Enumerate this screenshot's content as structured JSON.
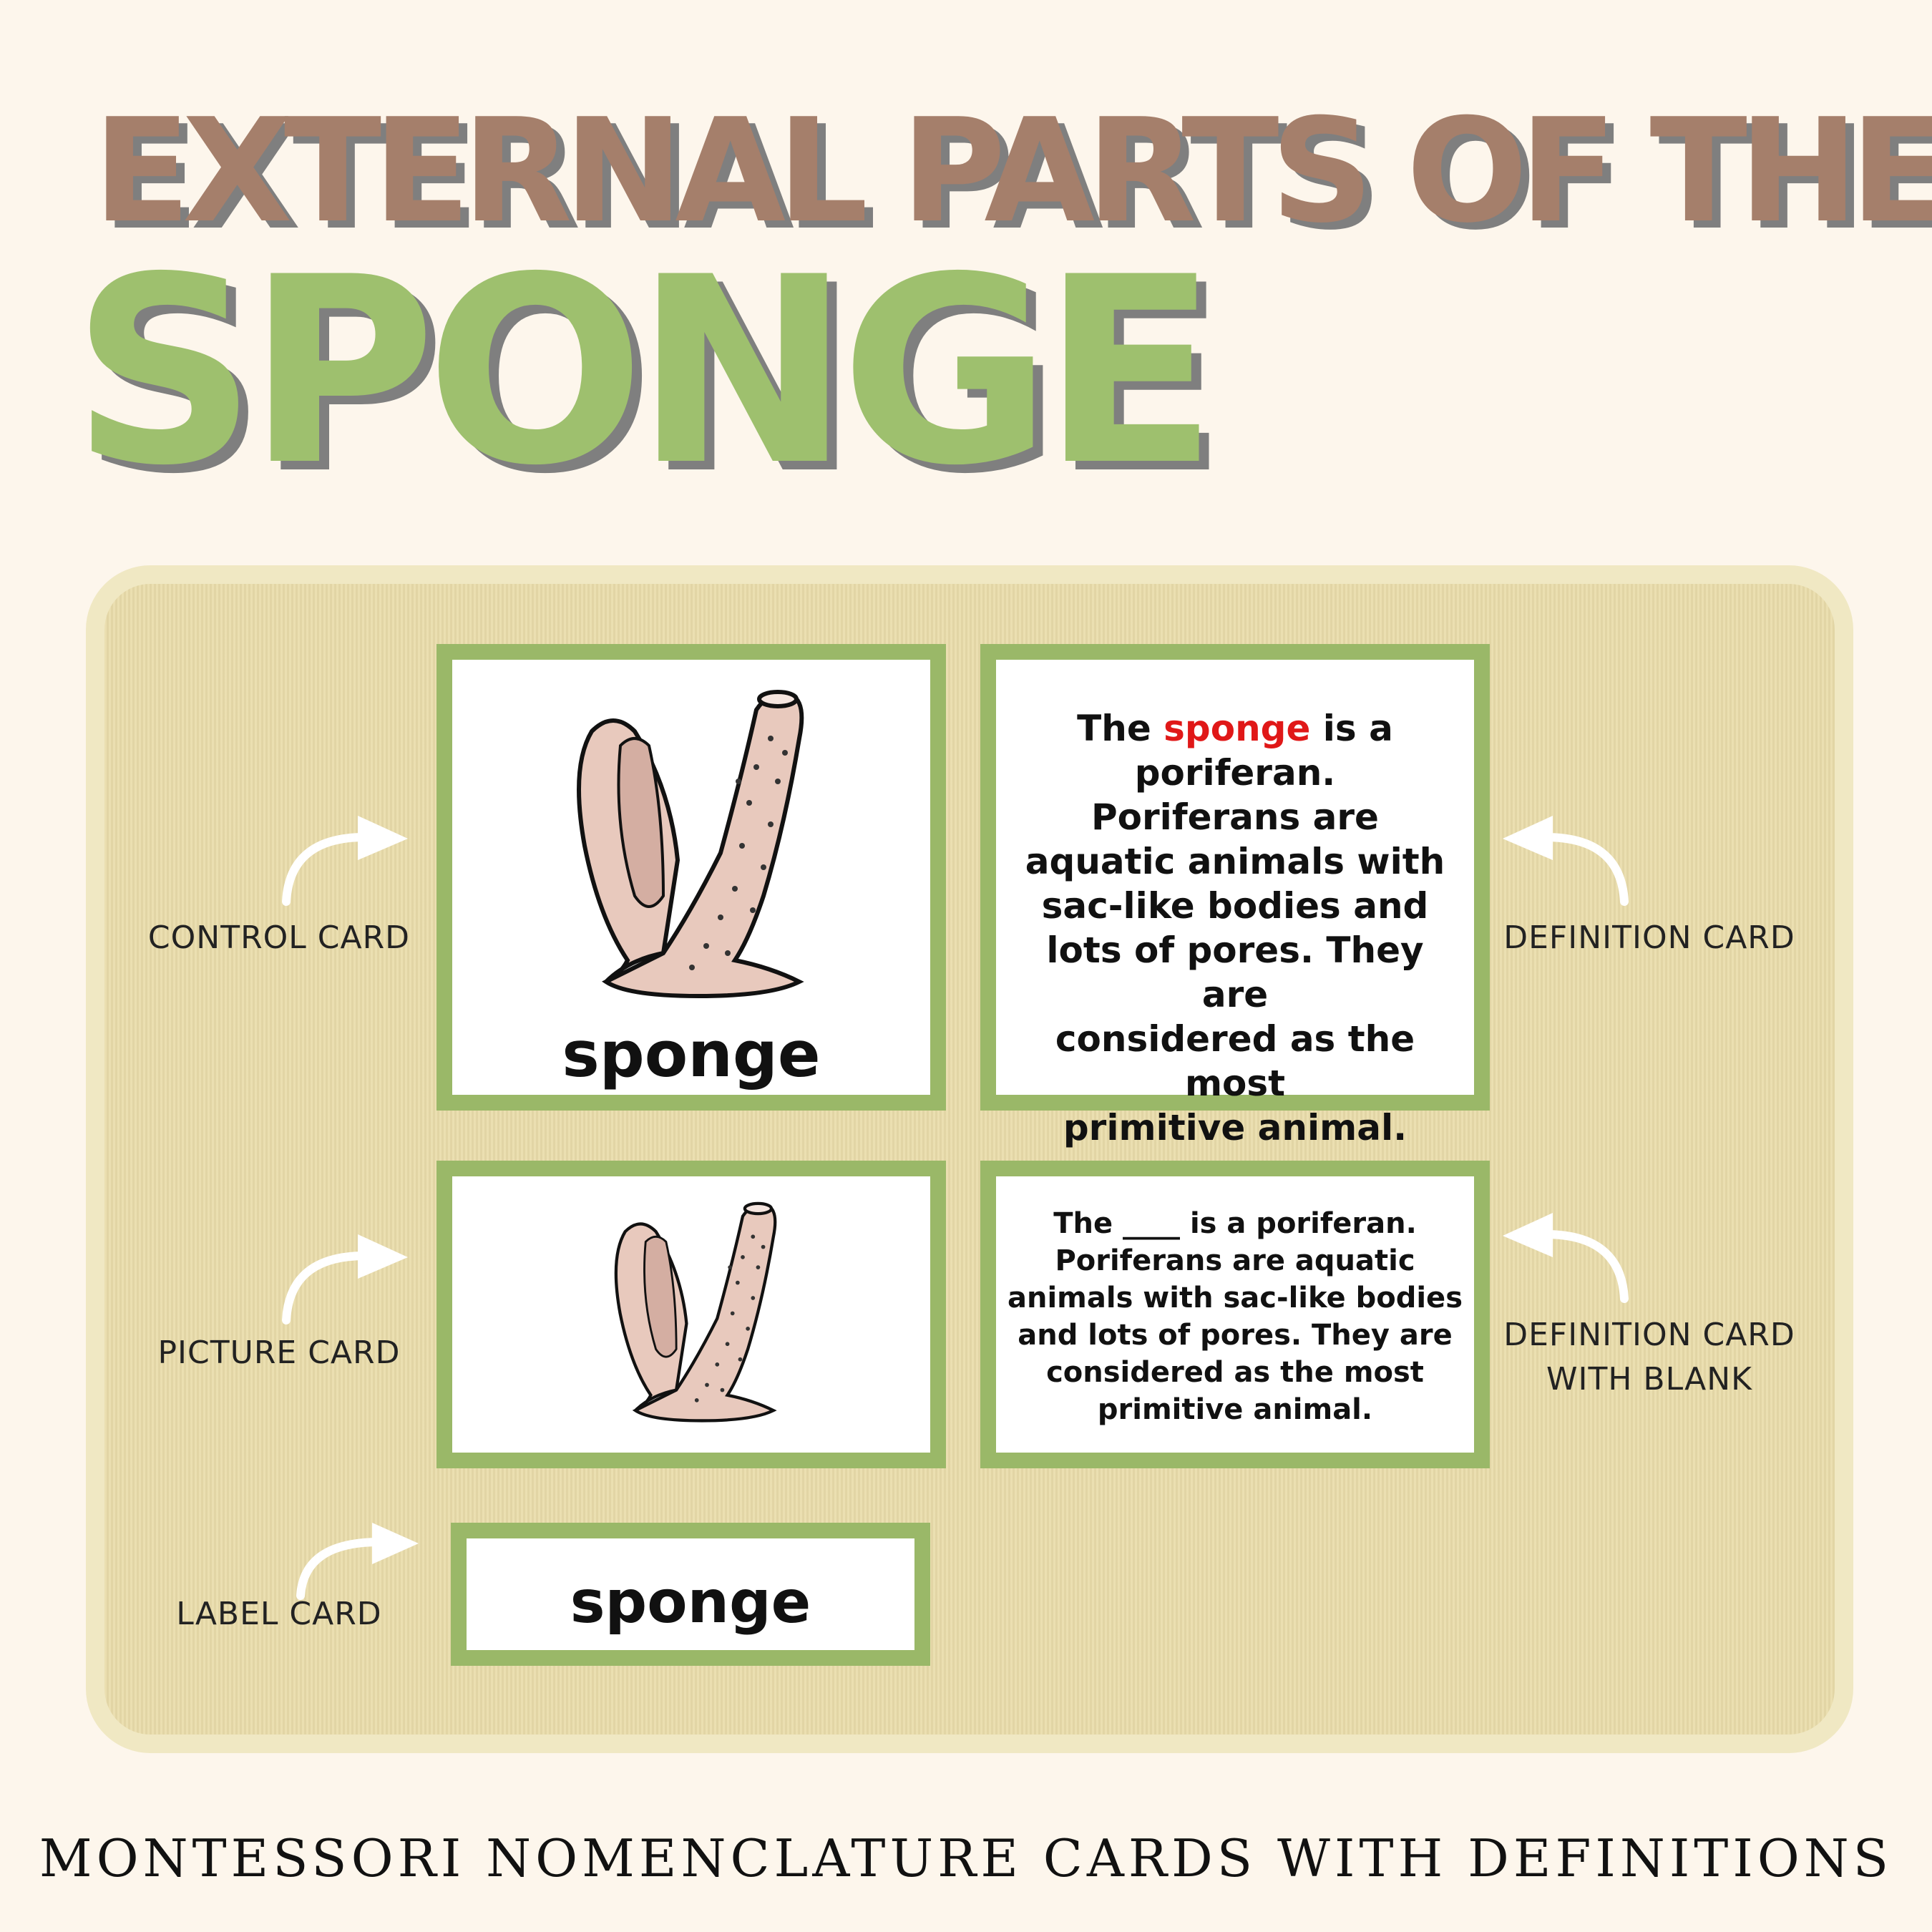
{
  "header": {
    "title_line1": "EXTERNAL PARTS OF THE",
    "title_line2": "SPONGE"
  },
  "labels": {
    "control_card": "CONTROL CARD",
    "definition_card": "DEFINITION CARD",
    "picture_card": "PICTURE CARD",
    "definition_blank_line1": "DEFINITION CARD",
    "definition_blank_line2": "WITH BLANK",
    "label_card": "LABEL CARD"
  },
  "control_card": {
    "word": "sponge"
  },
  "label_card": {
    "word": "sponge"
  },
  "definition_card": {
    "prefix": "The ",
    "highlight": "sponge",
    "suffix": " is a",
    "lines": [
      "poriferan.",
      "Poriferans are",
      "aquatic animals with",
      "sac-like bodies and",
      "lots of pores. They are",
      "considered as the most",
      "primitive animal."
    ]
  },
  "definition_blank_card": {
    "lines": [
      "The ____ is a poriferan.",
      "Poriferans are  aquatic",
      "animals with sac-like bodies",
      "and lots of pores. They are",
      "considered as the most",
      "primitive animal."
    ]
  },
  "footer": {
    "text": "MONTESSORI NOMENCLATURE CARDS WITH DEFINITIONS"
  },
  "colors": {
    "title_brown": "#a57f6b",
    "title_green": "#9ec06e",
    "card_border": "#9ab868",
    "mat": "#e9dcaa",
    "highlight_red": "#e01818",
    "sponge_fill": "#e8c9bd"
  }
}
